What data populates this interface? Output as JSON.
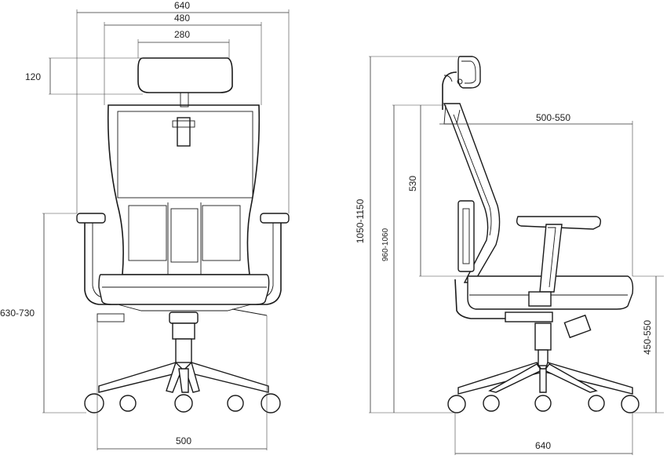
{
  "diagram": {
    "front_view": {
      "overall_width": "640",
      "armrest_width": "480",
      "headrest_width": "280",
      "headrest_height": "120",
      "seat_height_range": "630-730",
      "base_width": "500"
    },
    "side_view": {
      "total_height_range": "1050-1150",
      "backrest_height_range": "960-1060",
      "backrest_height": "530",
      "seat_depth_range": "500-550",
      "seat_height_range": "450-550",
      "base_depth": "640"
    },
    "colors": {
      "line": "#1a1a1a",
      "background": "#ffffff"
    }
  }
}
